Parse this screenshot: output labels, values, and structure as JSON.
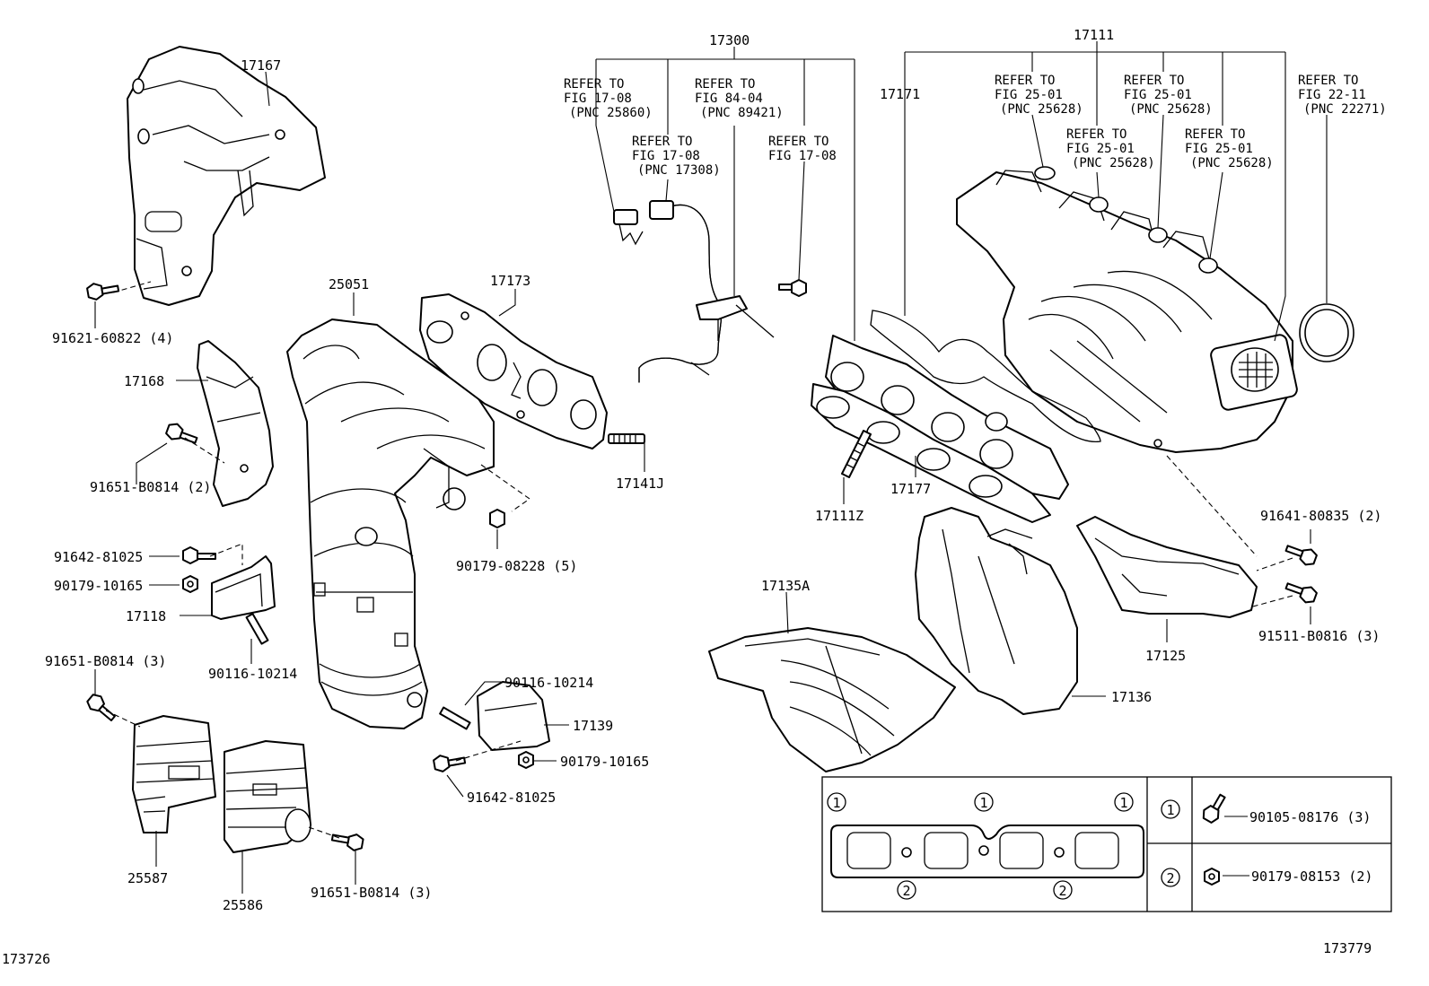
{
  "diagram": {
    "callouts": {
      "p17167": "17167",
      "p91621": "91621-60822 (4)",
      "p17168": "17168",
      "p91651a": "91651-B0814 (2)",
      "p91642a": "91642-81025",
      "p90179a": "90179-10165",
      "p17118": "17118",
      "p90116a": "90116-10214",
      "p91651b": "91651-B0814 (3)",
      "p25587": "25587",
      "p25586": "25586",
      "p91651c": "91651-B0814 (3)",
      "p25051": "25051",
      "p17173": "17173",
      "p17141J": "17141J",
      "p90179b": "90179-08228 (5)",
      "p90116b": "90116-10214",
      "p17139": "17139",
      "p90179c": "90179-10165",
      "p91642b": "91642-81025",
      "p17300": "17300",
      "p17111": "17111",
      "p17171": "17171",
      "p17177": "17177",
      "p17111Z": "17111Z",
      "p17135A": "17135A",
      "p17136": "17136",
      "p17125": "17125",
      "p91641": "91641-80835 (2)",
      "p91511": "91511-B0816 (3)"
    },
    "refers": {
      "r1": [
        "REFER TO",
        "FIG 17-08",
        "(PNC 25860)"
      ],
      "r2": [
        "REFER TO",
        "FIG 17-08",
        "(PNC 17308)"
      ],
      "r3": [
        "REFER TO",
        "FIG 84-04",
        "(PNC 89421)"
      ],
      "r4": [
        "REFER TO",
        "FIG 17-08"
      ],
      "r5": [
        "REFER TO",
        "FIG 25-01",
        "(PNC 25628)"
      ],
      "r6": [
        "REFER TO",
        "FIG 25-01",
        "(PNC 25628)"
      ],
      "r7": [
        "REFER TO",
        "FIG 25-01",
        "(PNC 25628)"
      ],
      "r8": [
        "REFER TO",
        "FIG 25-01",
        "(PNC 25628)"
      ],
      "r9": [
        "REFER TO",
        "FIG 22-11",
        "(PNC 22271)"
      ]
    },
    "legend": {
      "mark1": "1",
      "mark2": "2",
      "part1": "90105-08176 (3)",
      "part2": "90179-08153 (2)"
    },
    "footer": {
      "left": "173726",
      "right": "173779"
    }
  }
}
